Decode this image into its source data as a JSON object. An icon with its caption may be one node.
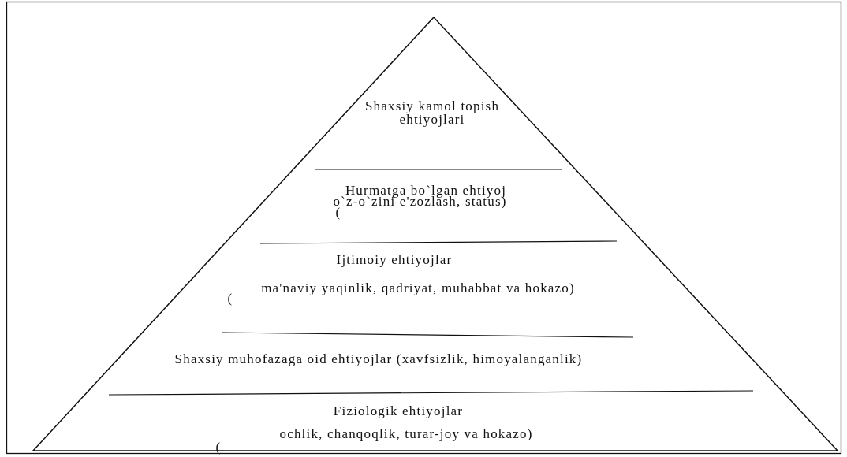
{
  "diagram": {
    "nodes": [
      {
        "text": [
          "Shaxsiy kamol topish ehtiyojlari"
        ]
      },
      {
        "text": [
          "Hurmatga bo`lgan ehtiyoj",
          "o`z-o`zini e'zozlash, status)",
          "("
        ]
      },
      {
        "text": [
          "Ijtimoiy ehtiyojlar",
          "ma'naviy yaqinlik, qadriyat, muhabbat va hokazo)",
          "("
        ]
      },
      {
        "text": [
          "Shaxsiy muhofazaga oid ehtiyojlar (xavfsizlik, himoyalanganlik)"
        ]
      },
      {
        "text": [
          "Fiziologik ehtiyojlar",
          "ochlik, chanqoqlik, turar-joy va hokazo)",
          "("
        ]
      }
    ]
  }
}
